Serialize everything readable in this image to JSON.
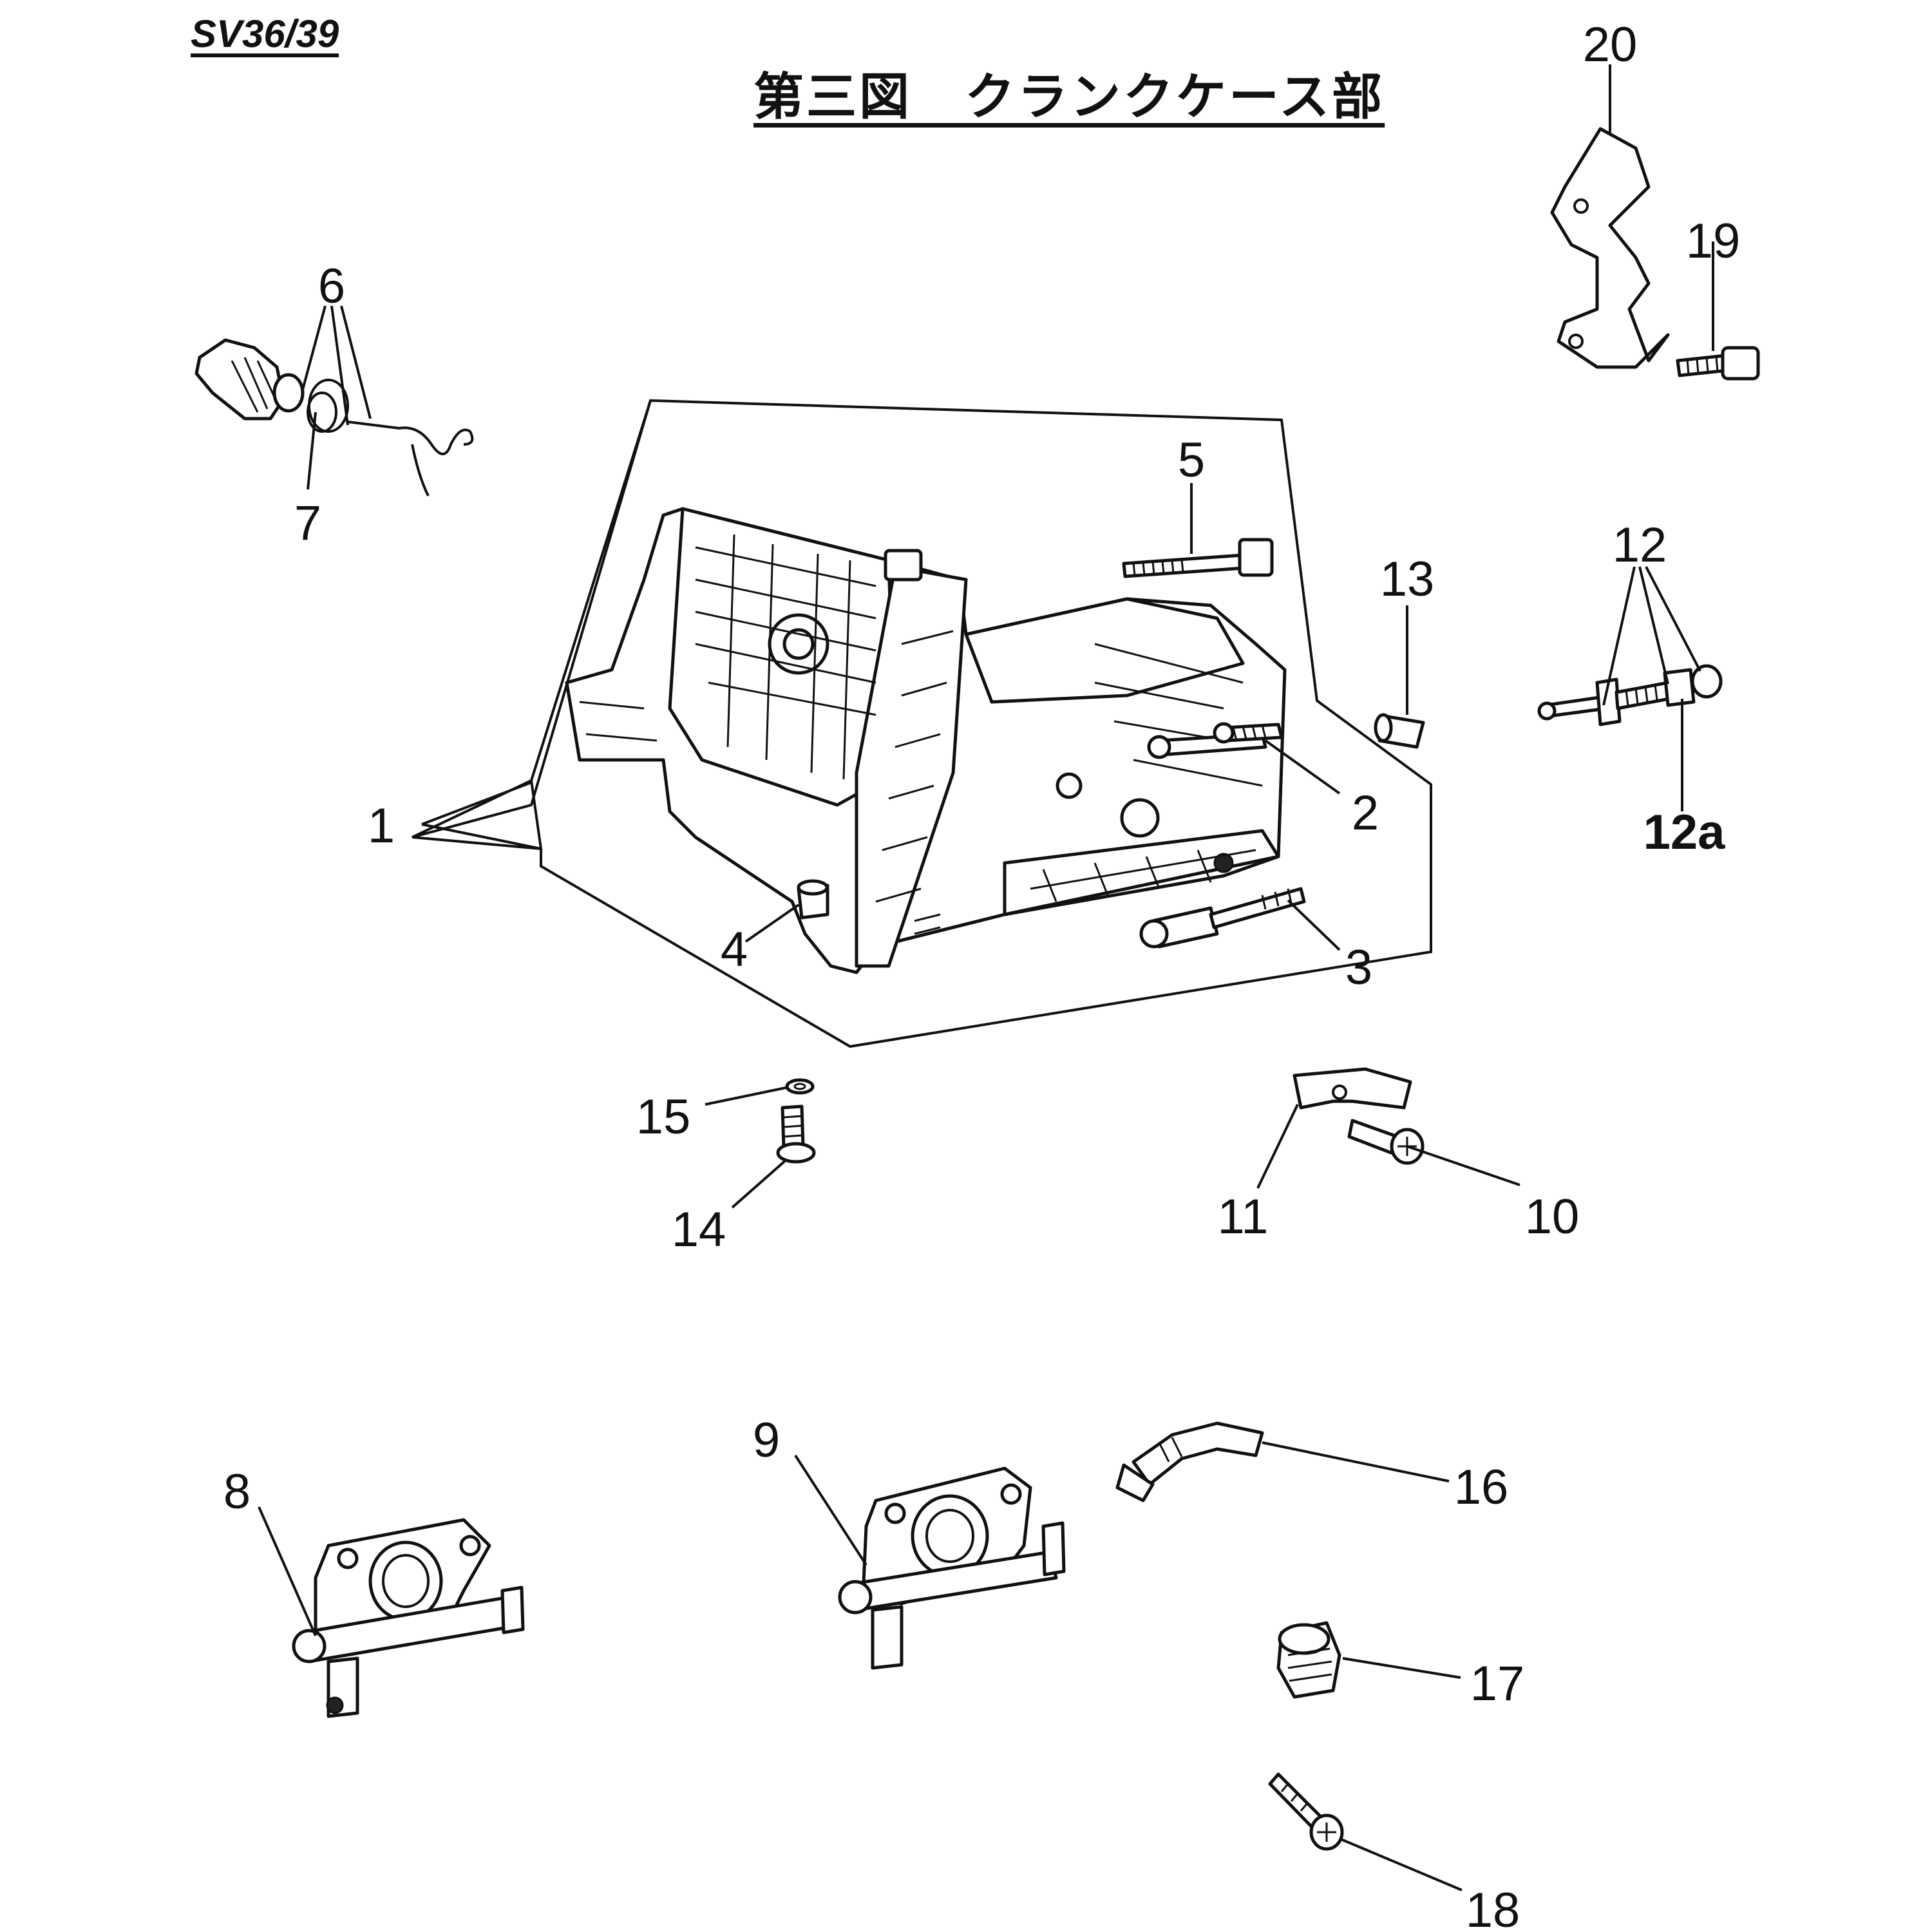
{
  "header": {
    "model": "SV36/39",
    "title": "第三図　クランクケース部"
  },
  "callouts": {
    "c1": "1",
    "c2": "2",
    "c3": "3",
    "c4": "4",
    "c5": "5",
    "c6": "6",
    "c7": "7",
    "c8": "8",
    "c9": "9",
    "c10": "10",
    "c11": "11",
    "c12": "12",
    "c12a": "12a",
    "c13": "13",
    "c14": "14",
    "c15": "15",
    "c16": "16",
    "c17": "17",
    "c18": "18",
    "c19": "19",
    "c20": "20"
  }
}
